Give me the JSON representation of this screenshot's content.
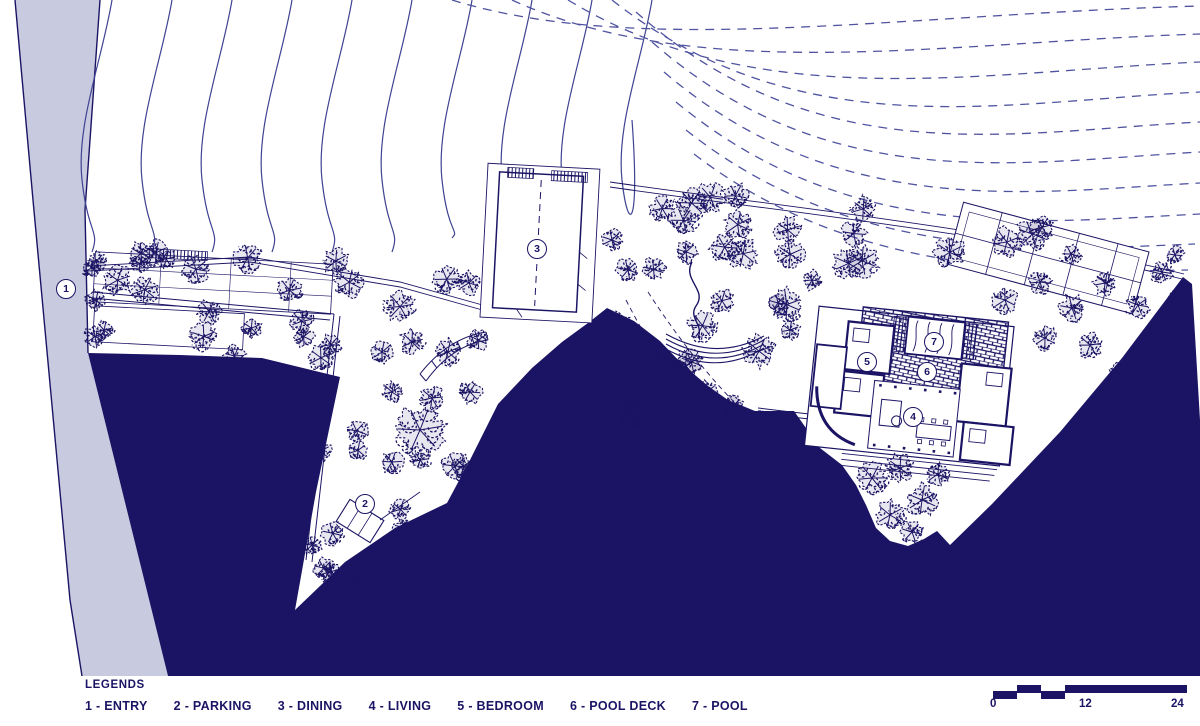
{
  "colors": {
    "ink": "#1b1464",
    "road": "#c8cadf",
    "contour": "#3f4392",
    "contour_dashed": "#5054a0"
  },
  "plan": {
    "marker_numbers": [
      "1",
      "2",
      "3",
      "4",
      "5",
      "6",
      "7"
    ]
  },
  "legend": {
    "heading": "LEGENDS",
    "items": [
      "1 - ENTRY",
      "2 - PARKING",
      "3 - DINING",
      "4 - LIVING",
      "5 - BEDROOM",
      "6 - POOL DECK",
      "7 - POOL"
    ]
  },
  "scale_bar": {
    "labels": [
      "0",
      "12",
      "24"
    ]
  }
}
